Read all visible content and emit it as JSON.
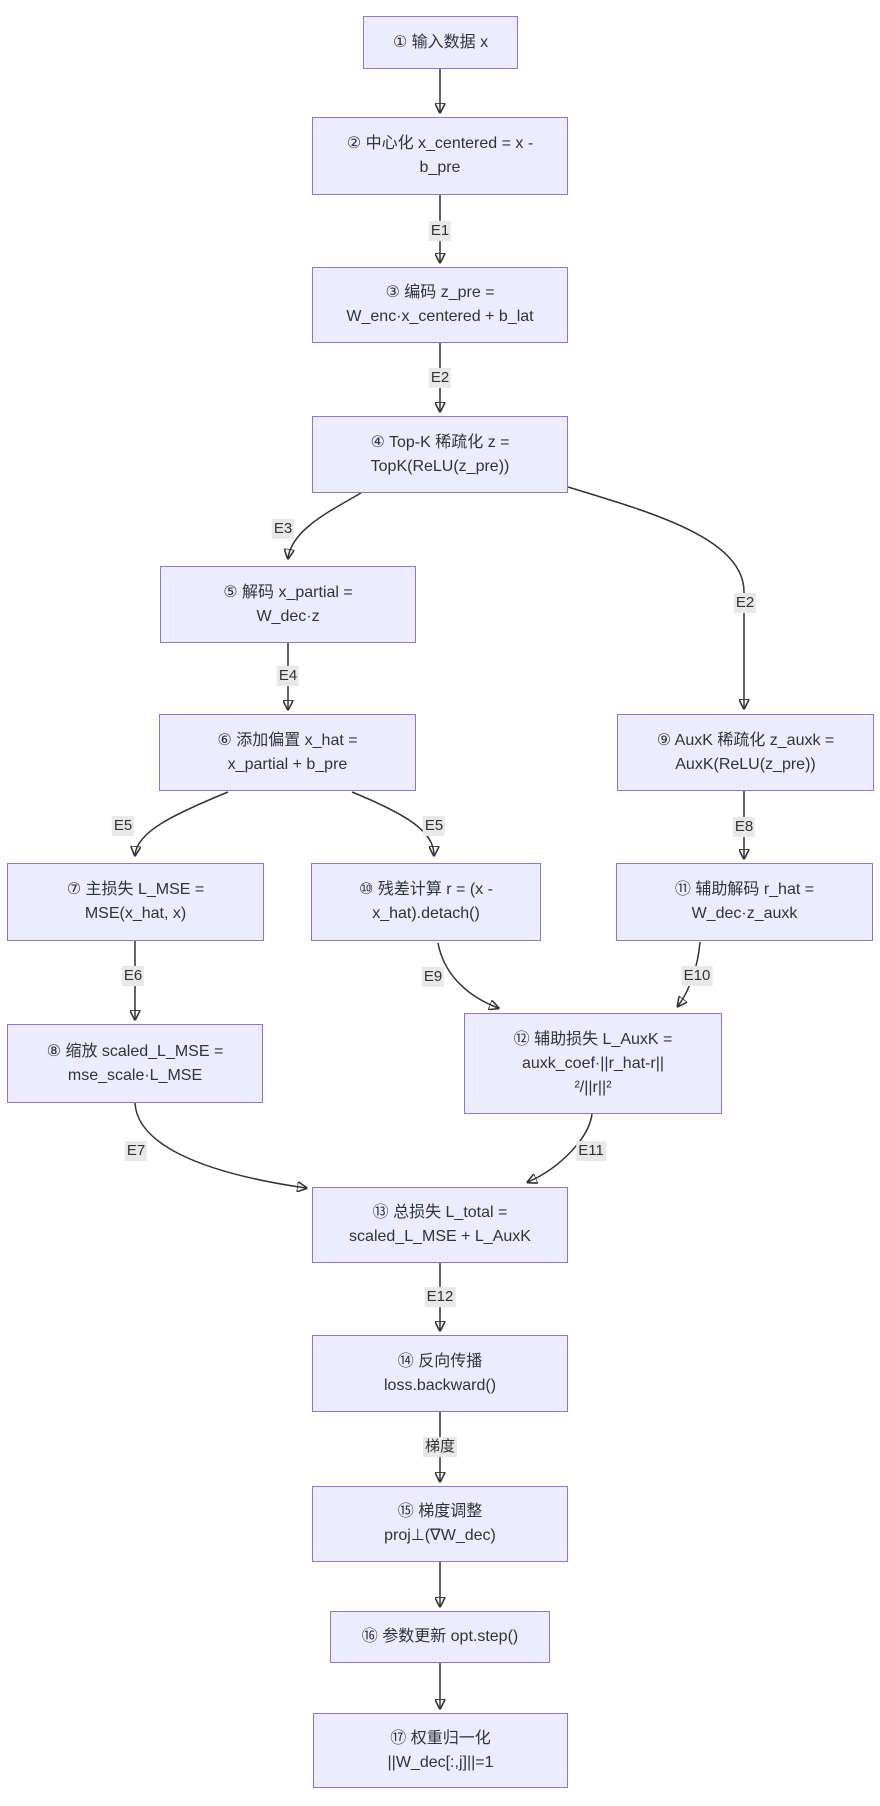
{
  "diagram": {
    "type": "flowchart",
    "colors": {
      "background": "#ffffff",
      "node_fill": "#ECECFF",
      "node_border": "#9370DB",
      "edge": "#333333",
      "edge_label_bg": "#e8e8e8",
      "text": "#333333"
    },
    "nodes": [
      {
        "name": "input-data",
        "lines": [
          "① 输入数据 x"
        ]
      },
      {
        "name": "centering",
        "lines": [
          "② 中心化 x_centered = x -",
          "b_pre"
        ]
      },
      {
        "name": "encode",
        "lines": [
          "③ 编码 z_pre =",
          "W_enc·x_centered + b_lat"
        ]
      },
      {
        "name": "topk-sparsify",
        "lines": [
          "④ Top-K 稀疏化 z =",
          "TopK(ReLU(z_pre))"
        ]
      },
      {
        "name": "decode",
        "lines": [
          "⑤ 解码 x_partial =",
          "W_dec·z"
        ]
      },
      {
        "name": "add-bias",
        "lines": [
          "⑥ 添加偏置 x_hat =",
          "x_partial + b_pre"
        ]
      },
      {
        "name": "main-loss",
        "lines": [
          "⑦ 主损失 L_MSE =",
          "MSE(x_hat, x)"
        ]
      },
      {
        "name": "scale-loss",
        "lines": [
          "⑧ 缩放 scaled_L_MSE =",
          "mse_scale·L_MSE"
        ]
      },
      {
        "name": "auxk-sparsify",
        "lines": [
          "⑨ AuxK 稀疏化 z_auxk =",
          "AuxK(ReLU(z_pre))"
        ]
      },
      {
        "name": "residual",
        "lines": [
          "⑩ 残差计算 r = (x -",
          "x_hat).detach()"
        ]
      },
      {
        "name": "aux-decode",
        "lines": [
          "⑪ 辅助解码 r_hat =",
          "W_dec·z_auxk"
        ]
      },
      {
        "name": "aux-loss",
        "lines": [
          "⑫ 辅助损失 L_AuxK =",
          "auxk_coef·||r_hat-r||",
          "²/||r||²"
        ]
      },
      {
        "name": "total-loss",
        "lines": [
          "⑬ 总损失 L_total =",
          "scaled_L_MSE + L_AuxK"
        ]
      },
      {
        "name": "backprop",
        "lines": [
          "⑭ 反向传播",
          "loss.backward()"
        ]
      },
      {
        "name": "gradient-adjust",
        "lines": [
          "⑮ 梯度调整",
          "proj⊥(∇W_dec)"
        ]
      },
      {
        "name": "param-update",
        "lines": [
          "⑯ 参数更新 opt.step()"
        ]
      },
      {
        "name": "weight-normalize",
        "lines": [
          "⑰ 权重归一化",
          "||W_dec[:,j]||=1"
        ]
      }
    ],
    "edge_labels": [
      "E1",
      "E2",
      "E3",
      "E2",
      "E4",
      "E5",
      "E5",
      "E8",
      "E6",
      "E9",
      "E10",
      "E7",
      "E11",
      "E12",
      "梯度"
    ]
  }
}
